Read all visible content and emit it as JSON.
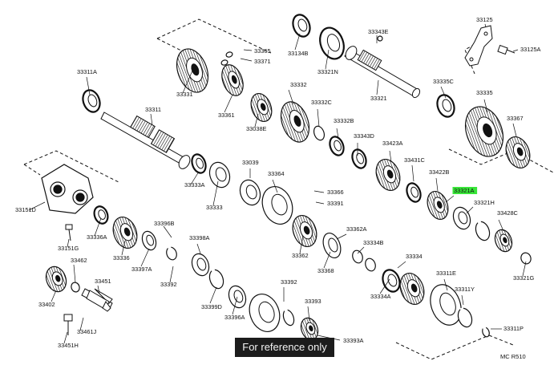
{
  "diagram": {
    "highlight_color": "#39e639",
    "line_color": "#111111",
    "part_labels": [
      "33311A",
      "33311",
      "33331",
      "33365",
      "33371",
      "33361",
      "33038E",
      "33332",
      "33134B",
      "33321N",
      "33343E",
      "33321",
      "33125",
      "33125A",
      "33335C",
      "33335",
      "33367",
      "33332C",
      "33332B",
      "33343D",
      "33423A",
      "33431C",
      "33422B",
      "33321A",
      "33321H",
      "33428C",
      "33039",
      "33364",
      "33366",
      "33391",
      "33333A",
      "33333",
      "33151D",
      "33151G",
      "33336A",
      "33336",
      "33396B",
      "33397A",
      "33398A",
      "33392",
      "33399D",
      "33396A",
      "33362",
      "33362A",
      "33334B",
      "33368",
      "33334",
      "33334A",
      "33311E",
      "33311Y",
      "33311P",
      "33321G",
      "33402",
      "33462",
      "33451",
      "33461J",
      "33451H",
      "33392",
      "33393",
      "33393A"
    ],
    "highlighted_label": "33321A"
  },
  "footer": {
    "reference_note": "For reference only",
    "diagram_code": "MC R510"
  }
}
